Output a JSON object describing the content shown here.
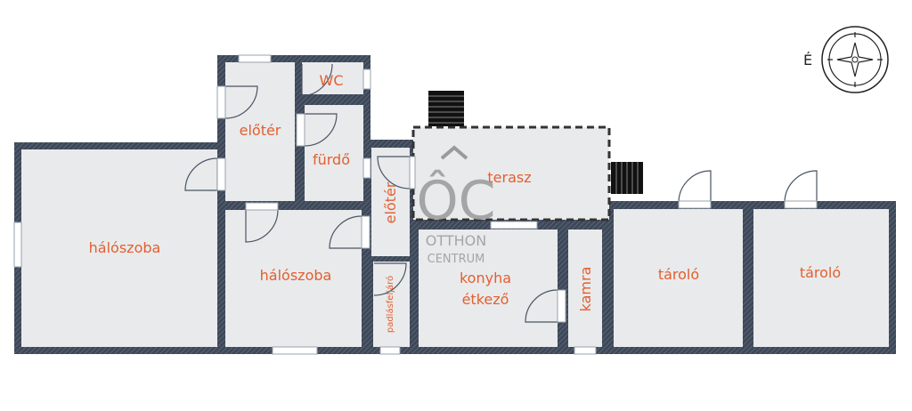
{
  "rooms": {
    "bedroom_left": "hálószoba",
    "hall_top": "előtér",
    "wc": "WC",
    "bathroom": "fürdő",
    "bedroom_mid": "hálószoba",
    "hall_narrow": "előtér",
    "attic_access": "padlásfeljáró",
    "terrace": "terasz",
    "kitchen_line1": "konyha",
    "kitchen_line2": "étkező",
    "pantry": "kamra",
    "storage_1": "tároló",
    "storage_2": "tároló"
  },
  "compass": {
    "north_label": "É"
  },
  "watermark": {
    "logo": "ÔC",
    "line1": "OTTHON",
    "line2": "CENTRUM"
  },
  "colors": {
    "wall": "#3d4858",
    "floor": "#e9eaec",
    "label": "#e2602f"
  }
}
